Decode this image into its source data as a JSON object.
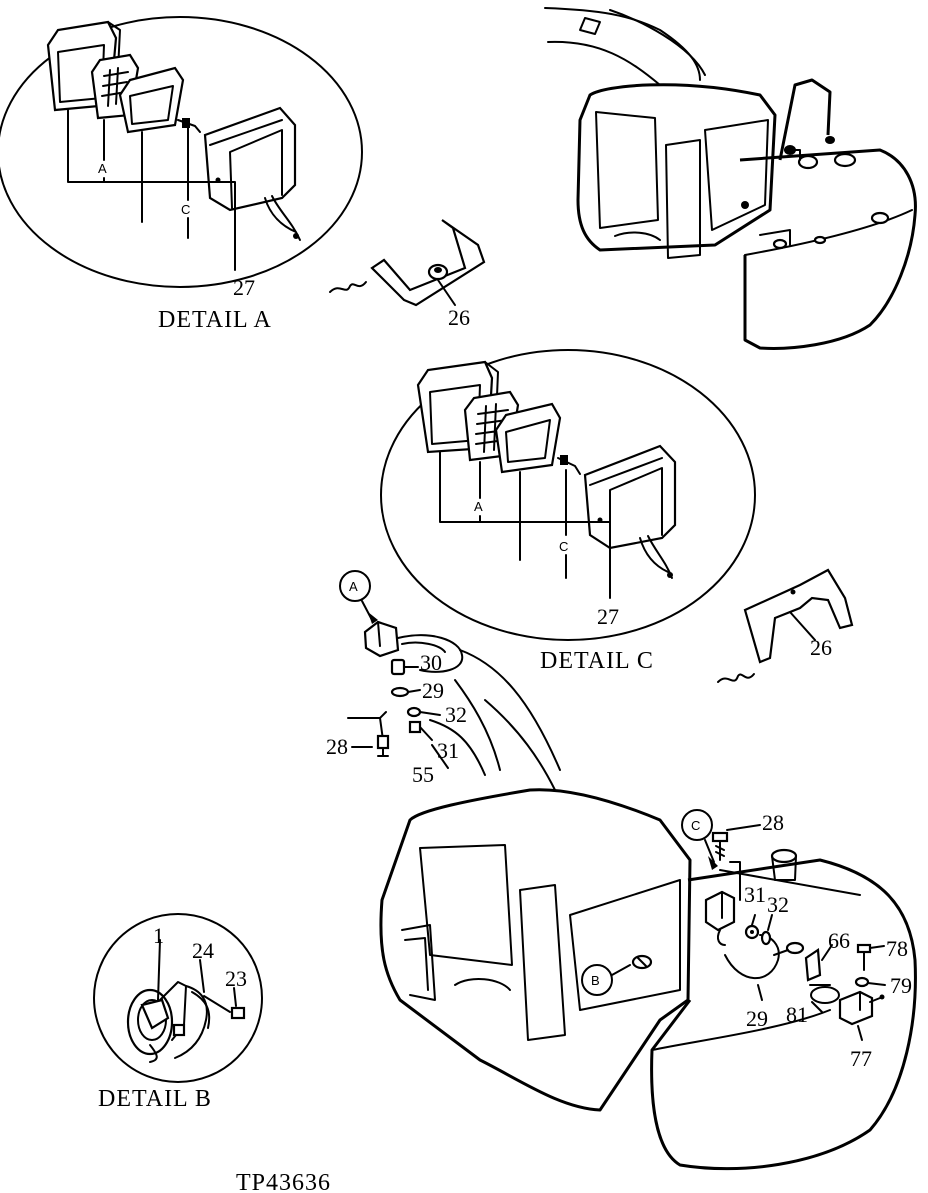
{
  "captions": {
    "detail_a": "DETAIL  A",
    "detail_b": "DETAIL  B",
    "detail_c": "DETAIL  C",
    "drawing_number": "TP43636"
  },
  "detail_a": {
    "callouts": {
      "a": "A",
      "c": "C",
      "p27": "27",
      "p26": "26"
    }
  },
  "detail_c": {
    "callouts": {
      "a": "A",
      "c": "C",
      "p27": "27",
      "p26": "26"
    }
  },
  "detail_b": {
    "callouts": {
      "p1": "1",
      "p24": "24",
      "p23": "23"
    }
  },
  "mount_a": {
    "circle_label": "A",
    "callouts": {
      "p30": "30",
      "p29": "29",
      "p32": "32",
      "p28": "28",
      "p31": "31",
      "p55": "55"
    }
  },
  "mount_c": {
    "circle_label": "C",
    "callouts": {
      "p28": "28",
      "p31": "31",
      "p32": "32",
      "p66": "66",
      "p78": "78",
      "p79": "79",
      "p29": "29",
      "p81": "81",
      "p77": "77"
    }
  },
  "cab": {
    "circle_label": "B"
  }
}
